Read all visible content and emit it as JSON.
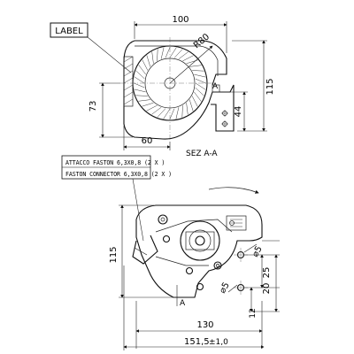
{
  "callouts": {
    "label": "LABEL",
    "connector_line1": "ATTACCO FASTON 6,3X0,8 (2 X )",
    "connector_line2": "FASTON CONNECTOR 6,3X0,8 (2 X )"
  },
  "section_label": "SEZ A-A",
  "top_view": {
    "dim_width": "100",
    "dim_radius": "R80",
    "dim_height": "115",
    "dim_left": "73",
    "dim_right": "44",
    "dim_bottom": "60",
    "marker_a": "A"
  },
  "bottom_view": {
    "dim_height": "115",
    "dim_hole1": "⌀5",
    "dim_hole2": "⌀5",
    "dim_25": "25",
    "dim_20": "20",
    "dim_12": "12",
    "dim_130": "130",
    "dim_overall": "151,5",
    "dim_tolerance": "±1,0",
    "marker_a": "A"
  }
}
